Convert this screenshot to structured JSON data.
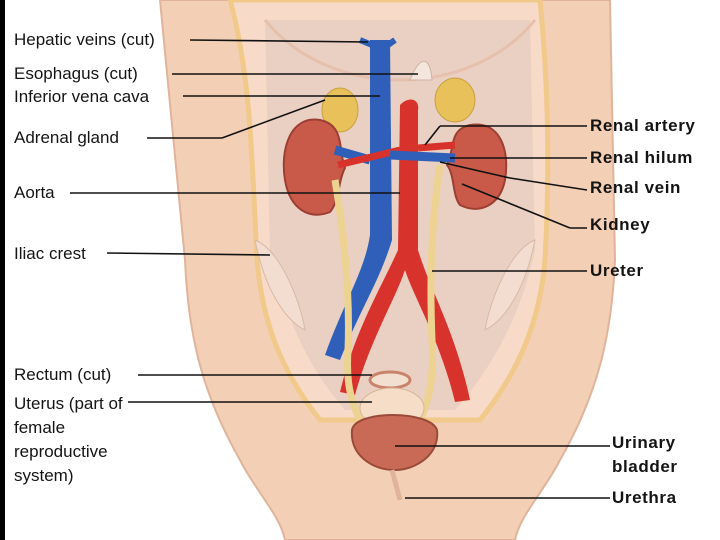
{
  "labels_left": {
    "hepatic_veins": "Hepatic veins (cut)",
    "esophagus": "Esophagus (cut)",
    "inferior_vena_cava": "Inferior vena cava",
    "adrenal_gland": "Adrenal gland",
    "aorta": "Aorta",
    "iliac_crest": "Iliac crest",
    "rectum": "Rectum (cut)",
    "uterus": "Uterus (part of female reproductive system)"
  },
  "labels_right": {
    "renal_artery": "Renal artery",
    "renal_hilum": "Renal hilum",
    "renal_vein": "Renal vein",
    "kidney": "Kidney",
    "ureter": "Ureter",
    "urinary_bladder": "Urinary bladder",
    "urethra": "Urethra"
  },
  "colors": {
    "skin": "#f3cfb6",
    "cavity": "#f7d9c6",
    "muscle": "#e7c4b3",
    "kidney": "#c95a4a",
    "artery": "#d8322c",
    "vein": "#2f5fb8",
    "ureter": "#ecd391",
    "adrenal": "#e8c15a",
    "bladder": "#c86a55"
  }
}
